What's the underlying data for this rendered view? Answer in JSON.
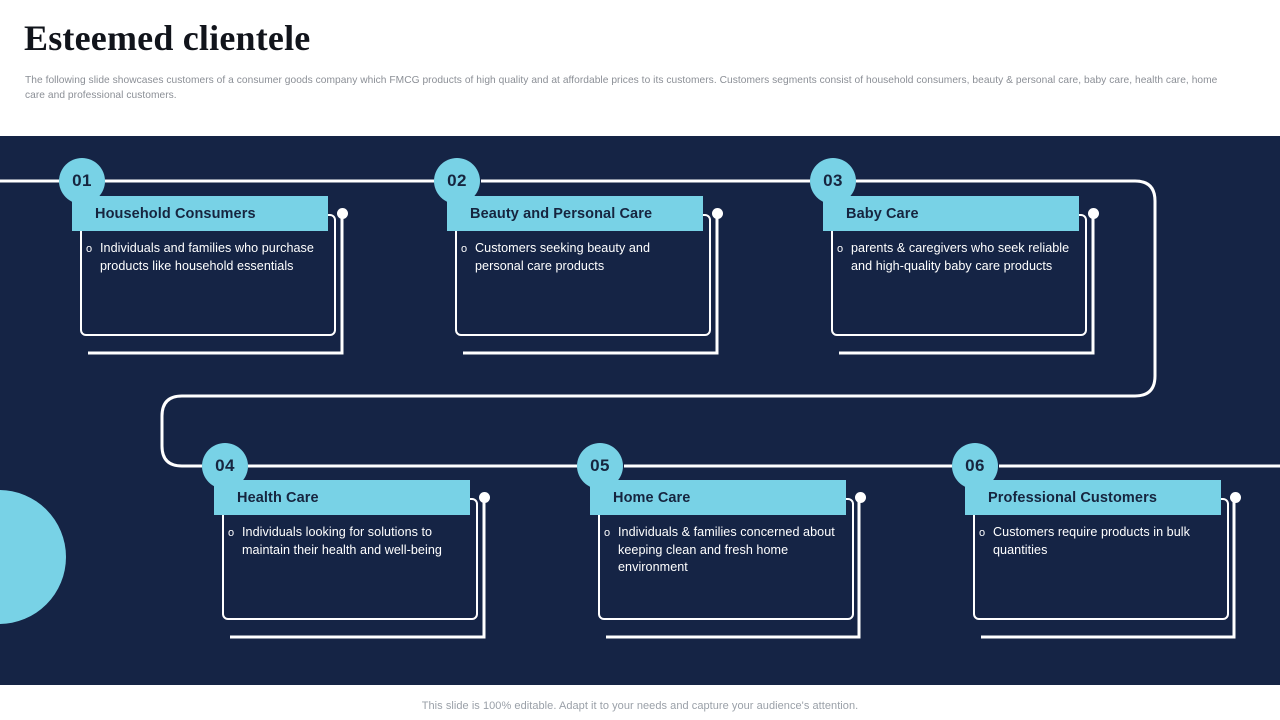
{
  "header": {
    "title": "Esteemed clientele",
    "subtitle": "The following slide showcases customers of a consumer goods company which FMCG products of high quality and at affordable prices to its customers. Customers segments consist of household consumers, beauty & personal care, baby care, health care, home care and professional customers."
  },
  "theme": {
    "background": "#152445",
    "accent": "#78d2e6",
    "header_text": "#16253f",
    "body_text": "#ffffff",
    "page_background": "#ffffff"
  },
  "steps": [
    {
      "number": "01",
      "title": "Household Consumers",
      "bullet_marker": "o",
      "description": "Individuals and families who purchase products like household essentials"
    },
    {
      "number": "02",
      "title": "Beauty and Personal Care",
      "bullet_marker": "o",
      "description": "Customers seeking beauty and personal care products"
    },
    {
      "number": "03",
      "title": "Baby Care",
      "bullet_marker": "o",
      "description": "parents & caregivers who seek reliable and high-quality baby care products"
    },
    {
      "number": "04",
      "title": "Health Care",
      "bullet_marker": "o",
      "description": "Individuals looking for solutions to maintain their health and well-being"
    },
    {
      "number": "05",
      "title": "Home Care",
      "bullet_marker": "o",
      "description": "Individuals & families concerned about keeping clean and fresh home environment"
    },
    {
      "number": "06",
      "title": "Professional Customers",
      "bullet_marker": "o",
      "description": "Customers require products in bulk quantities"
    }
  ],
  "footer": {
    "note": "This slide is 100% editable. Adapt it to your needs and capture your audience's attention."
  }
}
